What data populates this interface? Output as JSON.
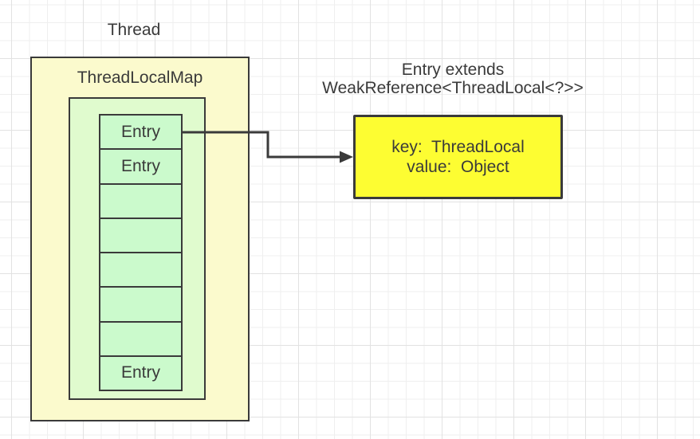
{
  "canvas": {
    "background": "#ffffff",
    "grid_minor_color": "#efefef",
    "grid_major_color": "#e2e2e2"
  },
  "thread": {
    "label": "Thread"
  },
  "threadlocalmap_box": {
    "title": "ThreadLocalMap",
    "fill": "#fbfacd",
    "border_color": "#3a3a3a"
  },
  "entry_table_box": {
    "fill": "#e0fbce"
  },
  "entry_stack": {
    "fill": "#cbfacc",
    "cells": [
      {
        "label": "Entry"
      },
      {
        "label": "Entry"
      },
      {
        "label": ""
      },
      {
        "label": ""
      },
      {
        "label": ""
      },
      {
        "label": ""
      },
      {
        "label": ""
      },
      {
        "label": "Entry"
      }
    ]
  },
  "arrow": {
    "color": "#3a3a3a"
  },
  "annotation": {
    "line1": "Entry extends",
    "line2": "WeakReference<ThreadLocal<?>>"
  },
  "entry_detail_box": {
    "fill": "#fdfd32",
    "line1": "key:  ThreadLocal",
    "line2": "value:  Object"
  }
}
